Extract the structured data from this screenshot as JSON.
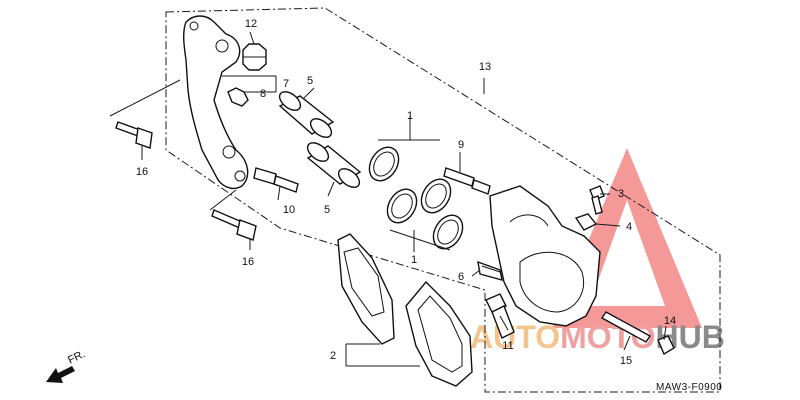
{
  "diagram": {
    "part_numbers": [
      "1",
      "1",
      "2",
      "3",
      "4",
      "5",
      "5",
      "6",
      "7",
      "8",
      "9",
      "10",
      "11",
      "12",
      "13",
      "14",
      "15",
      "16",
      "16"
    ],
    "direction_label": "FR.",
    "diagram_code": "MAW3-F0900"
  },
  "watermark": {
    "word_part1": "AUTO",
    "word_part2": "MOTO",
    "word_part3": "HUB",
    "colors": {
      "triangle": "#f07575",
      "auto": "#f3c48e",
      "moto": "#f0a0a0",
      "hub": "#8a8a8a"
    }
  }
}
